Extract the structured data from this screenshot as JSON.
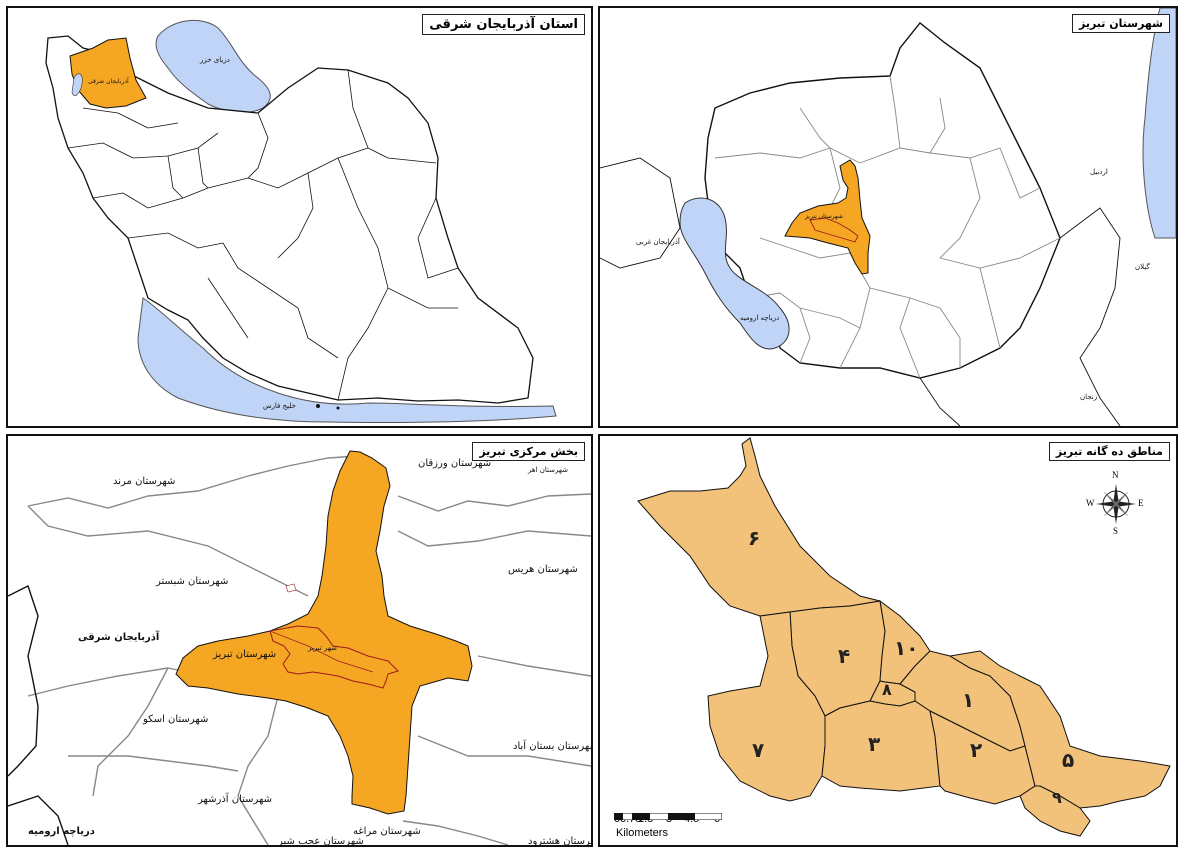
{
  "panels": {
    "province": {
      "title": "استان آذربایجان شرقی",
      "labels": {
        "caspian": "دریای خزر",
        "persian_gulf": "خلیج فارس",
        "east_azarbaijan": "آذربایجان شرقی"
      }
    },
    "county": {
      "title": "شهرستان تبریز",
      "labels": {
        "urmia_lake": "دریاچه ارومیه",
        "west_azarbaijan": "آذربایجان غربی",
        "ardabil": "اردبیل",
        "gilan": "گیلان",
        "zanjan": "زنجان",
        "tabriz_county": "شهرستان تبریز"
      }
    },
    "district": {
      "title": "بخش مرکزی تبریز",
      "labels": {
        "marand": "شهرستان مرند",
        "varzaqan": "شهرستان ورزقان",
        "ahar": "شهرستان اهر",
        "shabestar": "شهرستان شبستر",
        "heris": "شهرستان هریس",
        "east_azarbaijan": "آذربایجان شرقی",
        "tabriz_county": "شهرستان تبریز",
        "tabriz_city": "شهر تبریز",
        "osku": "شهرستان اسکو",
        "bostanabad": "شهرستان بستان آباد",
        "azarshahr": "شهرستان آذرشهر",
        "urmia_lake": "دریاچه ارومیه",
        "maragheh": "شهرستان مراغه",
        "ajabshir": "شهرستان عجب شیر",
        "hashtrud": "شهرستان هشترود"
      }
    },
    "zones": {
      "title": "مناطق ده گانه تبریز",
      "zone_labels": [
        "۶",
        "۴",
        "۱۰",
        "۸",
        "۱",
        "۷",
        "۳",
        "۲",
        "۵",
        "۹"
      ],
      "scale_ticks": [
        "0",
        "0.75",
        "1.5",
        "3",
        "4.5",
        "6"
      ],
      "scale_unit": "Kilometers",
      "compass": {
        "n": "N",
        "s": "S",
        "e": "E",
        "w": "W"
      }
    }
  },
  "colors": {
    "highlight": "#F5A623",
    "zone_fill": "#F2C27A",
    "water": "#BFD4F7",
    "border": "#111111",
    "inner_border": "#888888",
    "city_outline": "#A0191F"
  }
}
